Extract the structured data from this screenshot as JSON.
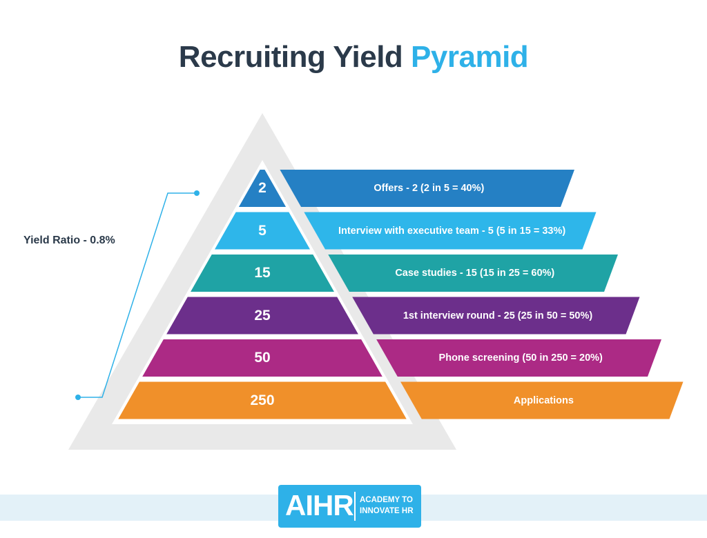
{
  "title": {
    "main": "Recruiting Yield",
    "accent": "Pyramid"
  },
  "yield_ratio": "Yield Ratio - 0.8%",
  "levels": [
    {
      "count": "2",
      "label": "Offers - 2 (2 in 5 = 40%)",
      "color": "#2580c4"
    },
    {
      "count": "5",
      "label": "Interview with executive team - 5 (5 in 15 = 33%)",
      "color": "#2eb6ea"
    },
    {
      "count": "15",
      "label": "Case studies - 15 (15 in 25 = 60%)",
      "color": "#1fa3a5"
    },
    {
      "count": "25",
      "label": "1st interview round - 25 (25 in 50 = 50%)",
      "color": "#6c2f8b"
    },
    {
      "count": "50",
      "label": "Phone screening (50 in 250 = 20%)",
      "color": "#ac2a85"
    },
    {
      "count": "250",
      "label": "Applications",
      "color": "#f0902a"
    }
  ],
  "colors": {
    "outline": "#e9e9e9",
    "bracket": "#2eb1e8",
    "title_text": "#2b3a4a",
    "title_accent": "#2eb1e8",
    "footer_band": "#e3f1f8"
  },
  "logo": {
    "mark": "AIHR",
    "line1": "ACADEMY TO",
    "line2": "INNOVATE HR"
  }
}
